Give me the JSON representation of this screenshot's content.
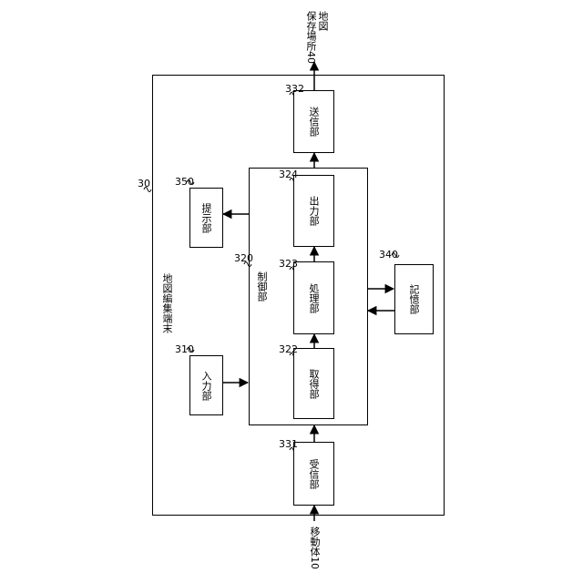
{
  "diagram": {
    "outer": {
      "label": "地図編集端末",
      "ref": "30"
    },
    "control": {
      "label": "制御部",
      "ref": "320"
    },
    "blocks": {
      "receive": {
        "label": "受信部",
        "ref": "331"
      },
      "acquire": {
        "label": "取得部",
        "ref": "322"
      },
      "process": {
        "label": "処理部",
        "ref": "323"
      },
      "output": {
        "label": "出力部",
        "ref": "324"
      },
      "send": {
        "label": "送信部",
        "ref": "332"
      },
      "input": {
        "label": "入力部",
        "ref": "310"
      },
      "present": {
        "label": "提示部",
        "ref": "350"
      },
      "storage": {
        "label": "記憶部",
        "ref": "340"
      }
    },
    "external": {
      "source": "移動体10",
      "dest_line1": "地図",
      "dest_line2": "保存場所40"
    }
  }
}
